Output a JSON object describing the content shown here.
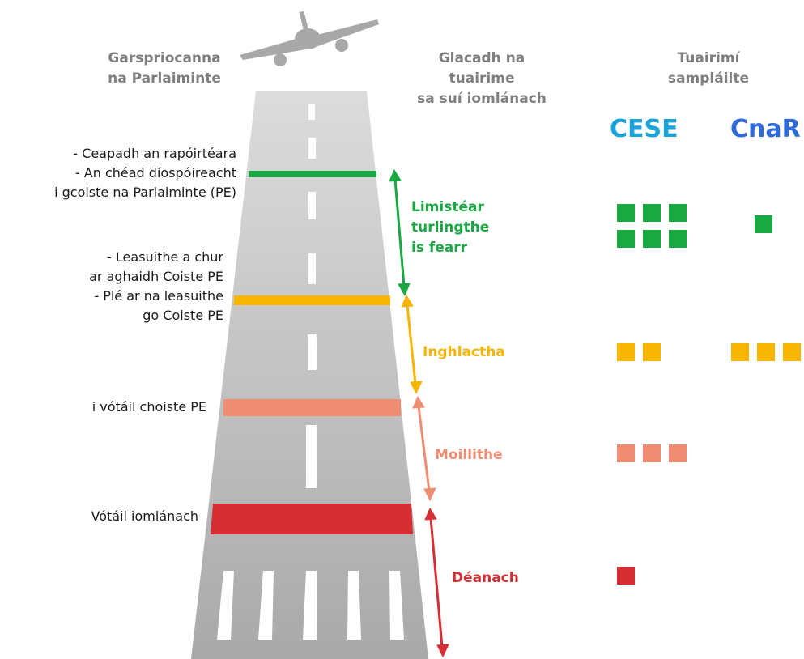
{
  "headers": {
    "milestones": "Garspriocanna\nna Parlaiminte",
    "plenary": "Glacadh na\ntuairime\nsa suí iomlánach",
    "sampled": "Tuairimí\nsampláilte"
  },
  "bodies": {
    "cese": {
      "label": "CESE",
      "color": "#1ba3dc"
    },
    "cnar": {
      "label": "CnaR",
      "color": "#2e6bd9"
    }
  },
  "milestones": [
    {
      "text": "- Ceapadh an rapóirtéara\n- An chéad díospóireacht\ni gcoiste na Parlaiminte (PE)"
    },
    {
      "text": "- Leasuithe a chur\nar aghaidh Coiste PE\n- Plé ar na leasuithe\ngo Coiste PE"
    },
    {
      "text": "i vótáil choiste PE"
    },
    {
      "text": "Vótáil iomlánach"
    }
  ],
  "zones": [
    {
      "label": "Limistéar\nturlingthe\nis fearr",
      "color": "#1aa843",
      "cese_count": 6,
      "cnar_count": 1
    },
    {
      "label": "Inghlactha",
      "color": "#f7b500",
      "cese_count": 2,
      "cnar_count": 3
    },
    {
      "label": "Moillithe",
      "color": "#ef8c72",
      "cese_count": 3,
      "cnar_count": 0
    },
    {
      "label": "Déanach",
      "color": "#d62e35",
      "cese_count": 1,
      "cnar_count": 0
    }
  ],
  "colors": {
    "runway": "#cfcfcf",
    "runway_dark": "#9e9e9e",
    "marking": "#ffffff",
    "plane": "#a8a8a8"
  },
  "icons": {
    "plane": "airplane-icon"
  }
}
